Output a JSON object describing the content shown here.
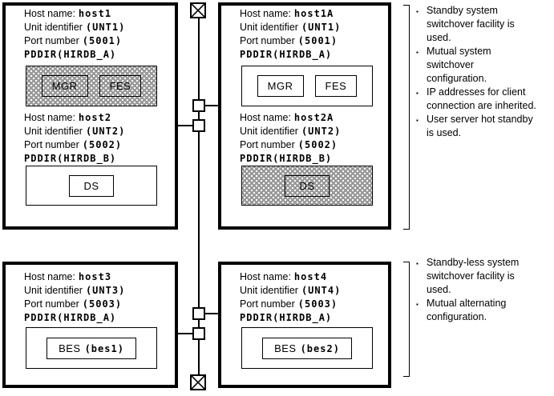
{
  "glyphs": {
    "bullet": "▪"
  },
  "colors": {
    "line": "#000000",
    "shaded_fill": "#9a9a9a",
    "shaded_dot": "#ffffff"
  },
  "boxes": [
    {
      "name": "top-left",
      "units": [
        {
          "host_label": "Host name:",
          "host_value": "host1",
          "unit_label": "Unit identifier",
          "unit_value": "(UNT1)",
          "port_label": "Port number",
          "port_value": "(5001)",
          "pddir": "PDDIR(HIRDB_A)"
        },
        {
          "host_label": "Host name:",
          "host_value": "host2",
          "unit_label": "Unit identifier",
          "unit_value": "(UNT2)",
          "port_label": "Port number",
          "port_value": "(5002)",
          "pddir": "PDDIR(HIRDB_B)"
        }
      ],
      "servers": {
        "mgr": "MGR",
        "fes": "FES",
        "ds": "DS"
      }
    },
    {
      "name": "top-right",
      "units": [
        {
          "host_label": "Host name:",
          "host_value": "host1A",
          "unit_label": "Unit identifier",
          "unit_value": "(UNT1)",
          "port_label": "Port number",
          "port_value": "(5001)",
          "pddir": "PDDIR(HIRDB_A)"
        },
        {
          "host_label": "Host name:",
          "host_value": "host2A",
          "unit_label": "Unit identifier",
          "unit_value": "(UNT2)",
          "port_label": "Port number",
          "port_value": "(5002)",
          "pddir": "PDDIR(HIRDB_B)"
        }
      ],
      "servers": {
        "mgr": "MGR",
        "fes": "FES",
        "ds": "DS"
      }
    },
    {
      "name": "bottom-left",
      "units": [
        {
          "host_label": "Host name:",
          "host_value": "host3",
          "unit_label": "Unit identifier",
          "unit_value": "(UNT3)",
          "port_label": "Port number",
          "port_value": "(5003)",
          "pddir": "PDDIR(HIRDB_A)"
        }
      ],
      "servers": {
        "bes_name": "BES",
        "bes_param": "(bes1)"
      }
    },
    {
      "name": "bottom-right",
      "units": [
        {
          "host_label": "Host name:",
          "host_value": "host4",
          "unit_label": "Unit identifier",
          "unit_value": "(UNT4)",
          "port_label": "Port number",
          "port_value": "(5003)",
          "pddir": "PDDIR(HIRDB_A)"
        }
      ],
      "servers": {
        "bes_name": "BES",
        "bes_param": "(bes2)"
      }
    }
  ],
  "notes_top": {
    "items": [
      {
        "lines": [
          "Standby system",
          "switchover facility is",
          "used."
        ]
      },
      {
        "lines": [
          "Mutual system",
          "switchover",
          "configuration."
        ]
      },
      {
        "lines": [
          "IP addresses for client",
          "connection are inherited."
        ]
      },
      {
        "lines": [
          "User server hot standby",
          "is used."
        ]
      }
    ]
  },
  "notes_bottom": {
    "items": [
      {
        "lines": [
          "Standby-less system",
          "switchover facility is",
          "used."
        ]
      },
      {
        "lines": [
          "Mutual alternating",
          "configuration."
        ]
      }
    ]
  }
}
